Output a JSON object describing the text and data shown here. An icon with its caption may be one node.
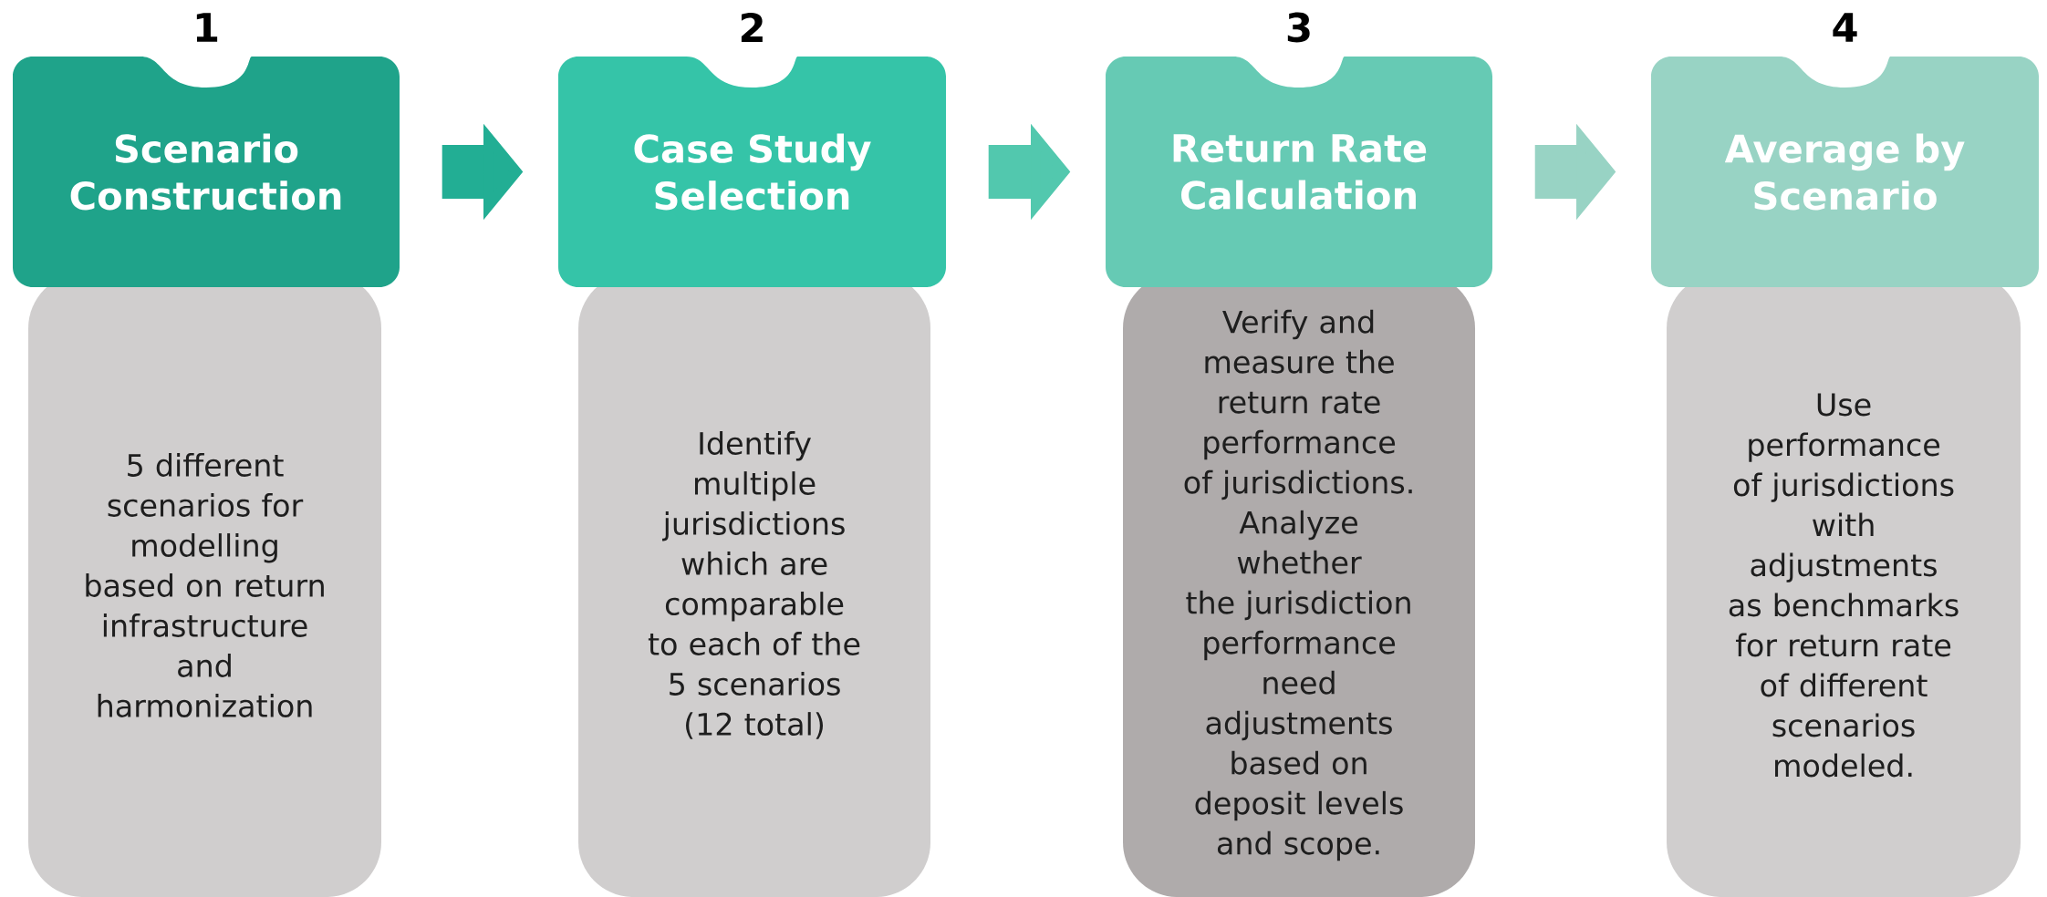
{
  "diagram": {
    "nodes": [
      {
        "text": [
          "1",
          "Scenario Construction"
        ]
      },
      {
        "text": [
          "5 different scenarios for modelling based on return infrastructure and harmonization"
        ]
      },
      {
        "text": [
          "2",
          "Case Study Selection"
        ]
      },
      {
        "text": [
          "Identify multiple jurisdictions which are comparable to each of the 5 scenarios (12 total)"
        ]
      },
      {
        "text": [
          "3",
          "Return Rate Calculation"
        ]
      },
      {
        "text": [
          "Verify and measure the return rate performance of jurisdictions. Analyze whether the jurisdiction performance need adjustments based on deposit levels and scope."
        ]
      },
      {
        "text": [
          "4",
          "Average by Scenario"
        ]
      },
      {
        "text": [
          "Use performance of jurisdictions with adjustments as benchmarks for return rate of different scenarios modeled."
        ]
      }
    ],
    "edges": [
      {
        "from": 0,
        "to": 2,
        "arrow": "to",
        "color": "#22ae94"
      },
      {
        "from": 2,
        "to": 4,
        "arrow": "to",
        "color": "#52c8ae"
      },
      {
        "from": 4,
        "to": 6,
        "arrow": "to",
        "color": "#98d3c4"
      }
    ]
  }
}
